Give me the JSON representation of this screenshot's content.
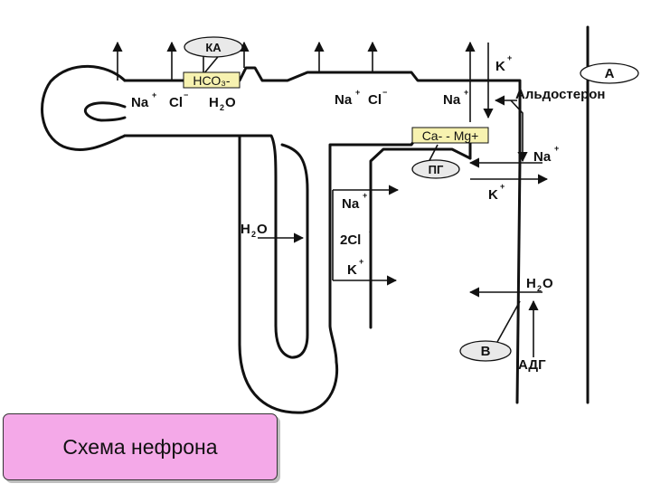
{
  "diagram": {
    "title": "Схема нефрона",
    "labels": {
      "ka": "КА",
      "hco3": "НСО₃-",
      "na1": "Na",
      "na1_sup": "+",
      "cl1": "Cl",
      "cl1_sup": "−",
      "h2o_1_main": "H",
      "h2o_1_sub": "2",
      "h2o_1_end": "O",
      "na2": "Na",
      "na2_sup": "+",
      "cl2": "Cl",
      "cl2_sup": "−",
      "na3": "Na",
      "na3_sup": "+",
      "k_top": "K",
      "k_top_sup": "+",
      "a": "А",
      "aldosterone": "Альдостерон",
      "ca_mg": "Ca- - Mg+",
      "pg": "ПГ",
      "na_right": "Na",
      "na_right_sup": "+",
      "k_right": "K",
      "k_right_sup": "+",
      "na_loop": "Na",
      "na_loop_sup": "+",
      "h2o_loop_main": "H",
      "h2o_loop_sub": "2",
      "h2o_loop_end": "O",
      "cl_loop": "2Cl",
      "cl_loop_sup": "-",
      "k_loop": "K",
      "k_loop_sup": "+",
      "h2o_right_main": "H",
      "h2o_right_sub": "2",
      "h2o_right_end": "O",
      "b": "В",
      "adh": "АДГ"
    },
    "colors": {
      "ka_fill": "#e9e9e9",
      "hco3_fill": "#f7f2b0",
      "ca_mg_fill": "#f7f2b0",
      "caption_fill": "#f4a9e8"
    }
  }
}
